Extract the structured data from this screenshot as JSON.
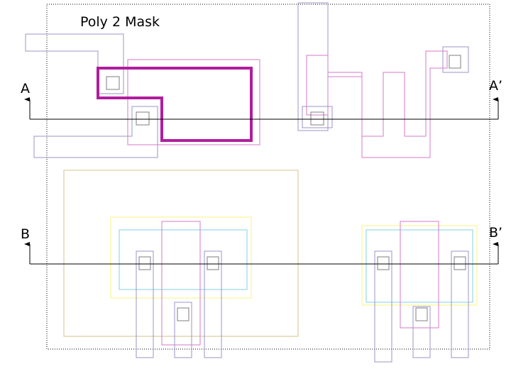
{
  "title": "Poly 2 Mask",
  "section_labels": {
    "a_left": "A",
    "a_right": "A’",
    "b_left": "B",
    "b_right": "B’"
  },
  "colors": {
    "poly2_highlight": "#b01e9e",
    "poly": "#d47ac9",
    "metal": "#9b95c9",
    "nwell": "#d4c28c",
    "select": "#fbf7a8",
    "active": "#86cfe6",
    "contact": "#7f7f7f",
    "cut_line": "#000000",
    "boundary": "#000000"
  }
}
